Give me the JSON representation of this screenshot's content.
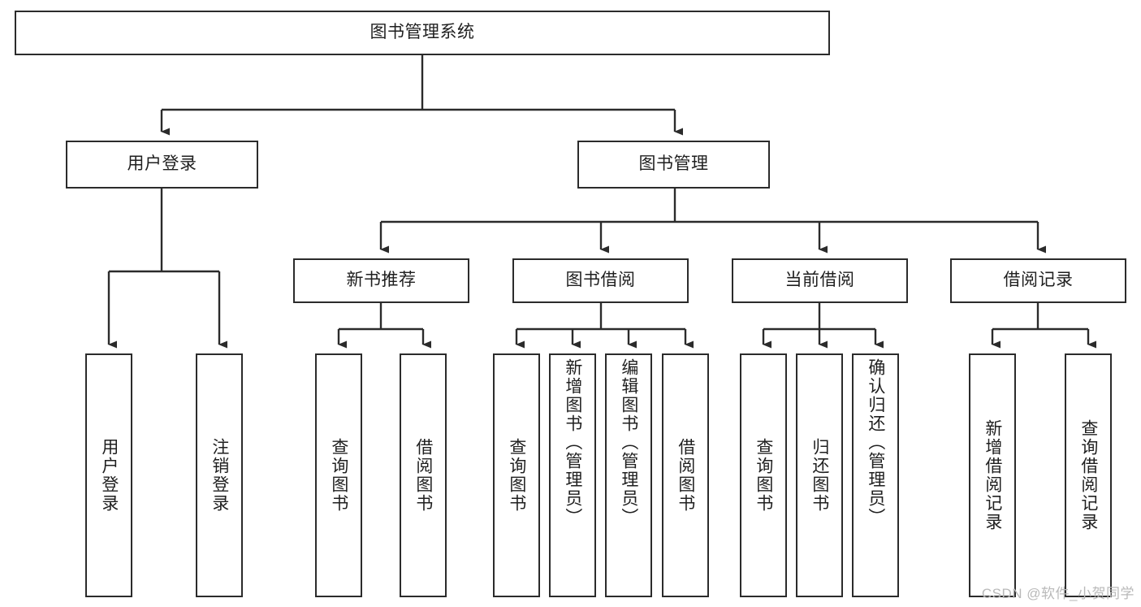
{
  "diagram": {
    "title": "图书管理系统",
    "type": "tree-hierarchy",
    "watermark": "CSDN @软件_小贺同学",
    "colors": {
      "background": "#ffffff",
      "box_border": "#2b2b2b",
      "box_fill": "#ffffff",
      "connector": "#2b2b2b",
      "text": "#1f1f1f",
      "watermark": "#b9b9b9"
    },
    "root": {
      "id": "root",
      "label": "图书管理系统"
    },
    "level2": [
      {
        "id": "user-login",
        "label": "用户登录"
      },
      {
        "id": "book-manage",
        "label": "图书管理"
      }
    ],
    "level3": [
      {
        "id": "new-book-recommend",
        "label": "新书推荐",
        "parent": "book-manage"
      },
      {
        "id": "book-borrow",
        "label": "图书借阅",
        "parent": "book-manage"
      },
      {
        "id": "current-borrow",
        "label": "当前借阅",
        "parent": "book-manage"
      },
      {
        "id": "borrow-record",
        "label": "借阅记录",
        "parent": "book-manage"
      }
    ],
    "leaves": {
      "user_login": [
        {
          "id": "leaf-user-login",
          "label": "用户登录"
        },
        {
          "id": "leaf-user-logout",
          "label": "注销登录"
        }
      ],
      "new_book_recommend": [
        {
          "id": "leaf-query-book-1",
          "label": "查询图书"
        },
        {
          "id": "leaf-borrow-book-1",
          "label": "借阅图书"
        }
      ],
      "book_borrow": [
        {
          "id": "leaf-query-book-2",
          "label": "查询图书"
        },
        {
          "id": "leaf-add-book",
          "label": "新增图书（管理员）"
        },
        {
          "id": "leaf-edit-book",
          "label": "编辑图书（管理员）"
        },
        {
          "id": "leaf-borrow-book-2",
          "label": "借阅图书"
        }
      ],
      "current_borrow": [
        {
          "id": "leaf-query-book-3",
          "label": "查询图书"
        },
        {
          "id": "leaf-return-book",
          "label": "归还图书"
        },
        {
          "id": "leaf-confirm-return",
          "label": "确认归还（管理员）"
        }
      ],
      "borrow_record": [
        {
          "id": "leaf-add-borrow-record",
          "label": "新增借阅记录"
        },
        {
          "id": "leaf-query-borrow-record",
          "label": "查询借阅记录"
        }
      ]
    }
  }
}
